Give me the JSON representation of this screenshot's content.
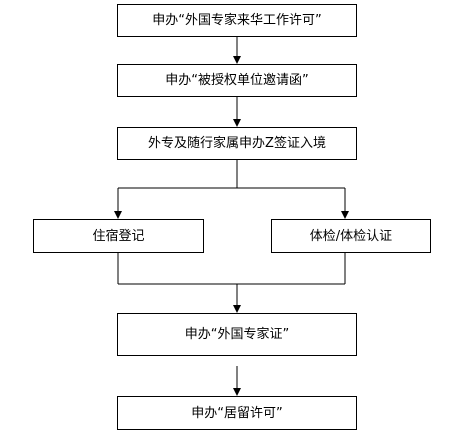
{
  "flowchart": {
    "steps": [
      {
        "id": "n1",
        "label": "申办“外国专家来华工作许可”"
      },
      {
        "id": "n2",
        "label": "申办“被授权单位邀请函”"
      },
      {
        "id": "n3",
        "label": "外专及随行家属申办Z签证入境"
      },
      {
        "id": "n4",
        "label": "住宿登记"
      },
      {
        "id": "n5",
        "label": "体检/体检认证"
      },
      {
        "id": "n6",
        "label": "申办“外国专家证”"
      },
      {
        "id": "n7",
        "label": "申办“居留许可”"
      }
    ],
    "edges": [
      {
        "from": "n1",
        "to": "n2"
      },
      {
        "from": "n2",
        "to": "n3"
      },
      {
        "from": "n3",
        "to": "n4"
      },
      {
        "from": "n3",
        "to": "n5"
      },
      {
        "from": "n4",
        "to": "n6"
      },
      {
        "from": "n5",
        "to": "n6"
      },
      {
        "from": "n6",
        "to": "n7"
      }
    ]
  }
}
